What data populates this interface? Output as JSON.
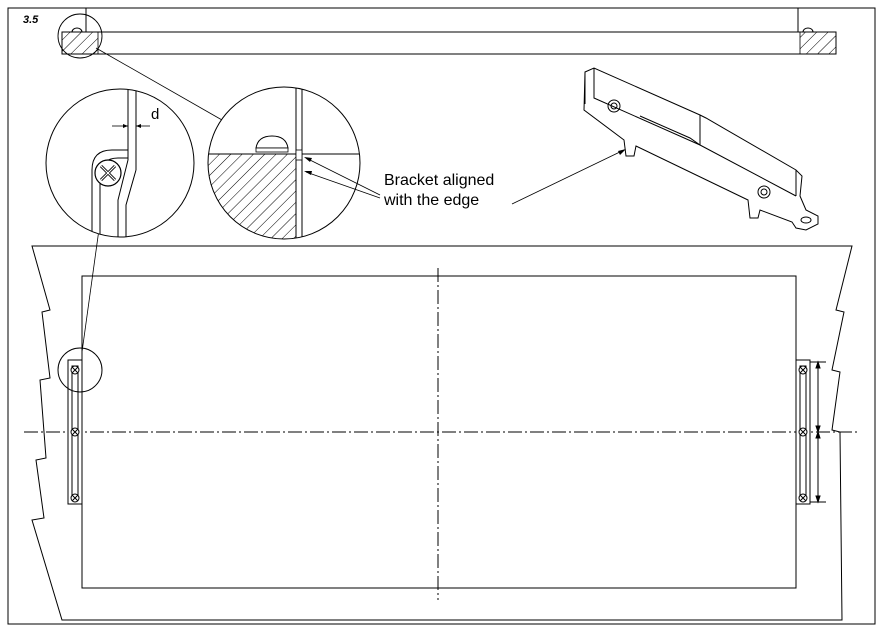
{
  "step": {
    "number": "3.5"
  },
  "dimension": {
    "label": "d"
  },
  "callout": {
    "line1": "Bracket aligned",
    "line2": "with the edge"
  },
  "colors": {
    "line": "#000000",
    "background": "#ffffff",
    "hatch": "#000000"
  },
  "icons": [
    "screw-icon",
    "bracket-3d-icon",
    "detail-circle-icon"
  ]
}
